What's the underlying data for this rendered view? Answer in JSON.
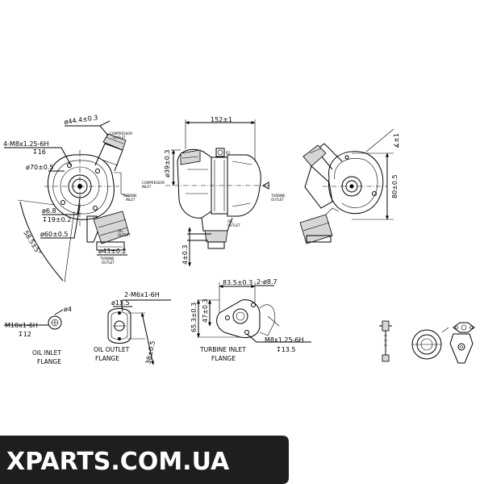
{
  "watermark": "XPARTS.COM.UA",
  "left_view": {
    "thread": "4-M8x1.25-6H",
    "depth": "↧16",
    "d_outlet": "ø44.4±0.3",
    "outlet_label_1": "COMPRESSOR",
    "outlet_label_2": "OUTLET",
    "d70": "ø70±0.5",
    "turbine_label_1": "TURBINE",
    "turbine_label_2": "INLET",
    "d68": "ø6.8",
    "depth19": "↧19±0.2",
    "d60": "ø60±0.5",
    "angle": "58.5±5°",
    "oil_label_1": "OIL",
    "oil_label_2": "OUTLET",
    "d43": "ø43±0.2",
    "turbine_outlet_1": "TURBINE",
    "turbine_outlet_2": "OUTLET"
  },
  "center_view": {
    "dim152": "152±1",
    "d39": "ø39±0.3",
    "r": "R1",
    "inlet_label_1": "COMPRESSOR",
    "inlet_label_2": "INLET",
    "outlet_label_1": "TURBINE",
    "outlet_label_2": "OUTLET",
    "oil_label_1": "OIL",
    "oil_label_2": "OUTLET",
    "dim4": "4±0.3"
  },
  "right_view": {
    "dim_r": "∡±1",
    "dim80": "80±0.5"
  },
  "oil_inlet": {
    "d4": "ø4",
    "thread": "M10x1-6H",
    "depth": "↧12",
    "caption_1": "OIL INLET",
    "caption_2": "FLANGE"
  },
  "oil_outlet": {
    "d135": "ø13.5",
    "thread": "2-M6x1-6H",
    "dim38": "38±0.5",
    "caption_1": "OIL OUTLET",
    "caption_2": "FLANGE"
  },
  "turbine_flange": {
    "dim835": "83.5±0.3",
    "holes": "2-ø8.7",
    "dim653": "65.3±0.3",
    "dim47": "47±0.3",
    "thread": "M8x1.25-6H",
    "depth": "↧13.5",
    "caption_1": "TURBINE INLET",
    "caption_2": "FLANGE"
  }
}
